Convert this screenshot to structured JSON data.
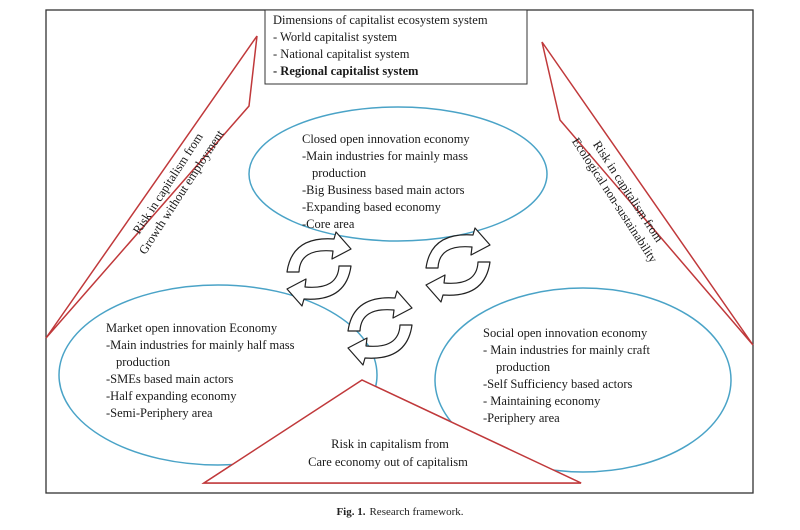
{
  "header": {
    "title": "Dimensions of capitalist ecosystem system",
    "items": [
      "- World capitalist  system",
      "- National capitalist system",
      "- Regional capitalist  system"
    ]
  },
  "left_triangle": {
    "lines": [
      "Risk in capitalism from",
      "Growth without employment"
    ]
  },
  "right_triangle": {
    "lines": [
      "Risk in capitalism from",
      "Ecological non-sustainability"
    ]
  },
  "bottom_triangle": {
    "lines": [
      "Risk in capitalism from",
      "Care economy out of capitalism"
    ]
  },
  "top_ellipse": {
    "lines": [
      "Closed open innovation economy",
      "-Main industries for mainly mass",
      "production",
      "-Big Business based main actors",
      "-Expanding based economy",
      "-Core area"
    ]
  },
  "left_ellipse": {
    "lines": [
      "Market open innovation Economy",
      "-Main industries for mainly half mass",
      "production",
      "-SMEs based main actors",
      "-Half expanding economy",
      "-Semi-Periphery area"
    ]
  },
  "right_ellipse": {
    "lines": [
      "Social open innovation economy",
      "- Main industries for mainly craft",
      "production",
      "-Self Sufficiency based actors",
      "- Maintaining economy",
      "-Periphery area"
    ]
  },
  "caption": {
    "label": "Fig. 1.",
    "text": "Research framework."
  },
  "colors": {
    "triangle": "#c0393b",
    "ellipse": "#4aa3c7",
    "frame": "#333333",
    "arrow": "#222222"
  }
}
